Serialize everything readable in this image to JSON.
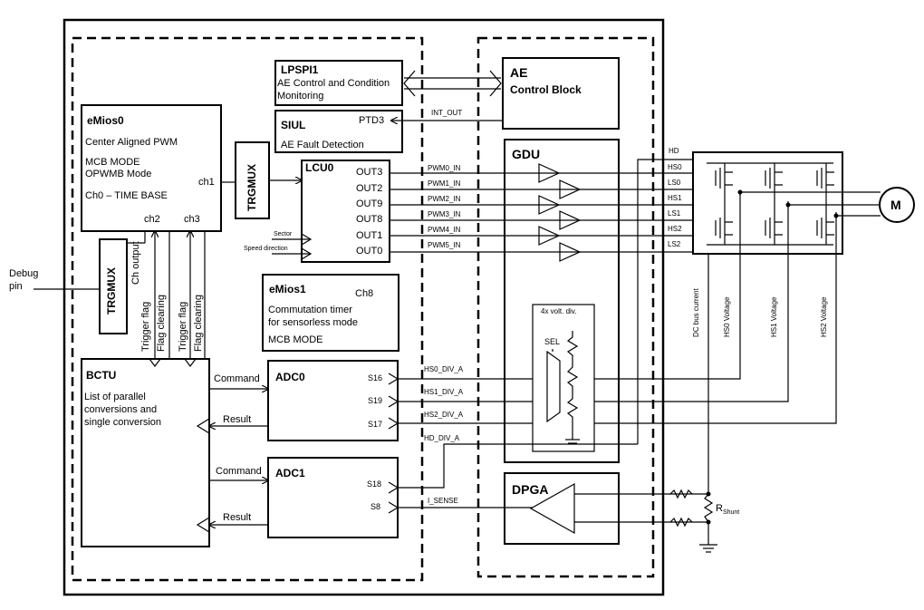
{
  "debug_pin": [
    "Debug",
    "pin"
  ],
  "emios0": {
    "title": "eMios0",
    "line1": "Center Aligned PWM",
    "line2": "MCB MODE",
    "line3": "OPWMB Mode",
    "line4": "Ch0 – TIME BASE",
    "ch1": "ch1",
    "ch2": "ch2",
    "ch3": "ch3"
  },
  "trgmux_top": "TRGMUX",
  "trgmux_left": "TRGMUX",
  "ch_output": "Ch output",
  "trigger_flags": [
    "Trigger flag",
    "Flag clearing",
    "Trigger flag",
    "Flag clearing"
  ],
  "lpspi1": {
    "title": "LPSPI1",
    "line1": "AE Control and Condition",
    "line2": "Monitoring"
  },
  "siul": {
    "title": "SIUL",
    "ptd3": "PTD3",
    "desc": "AE Fault Detection"
  },
  "int_out": "INT_OUT",
  "ae": {
    "title": "AE",
    "subtitle": "Control Block"
  },
  "lcu0": {
    "title": "LCU0",
    "outputs": [
      "OUT3",
      "OUT2",
      "OUT9",
      "OUT8",
      "OUT1",
      "OUT0"
    ],
    "sector": "Sector",
    "speed": "Speed direction"
  },
  "pwm_signals": [
    "PWM0_IN",
    "PWM1_IN",
    "PWM2_IN",
    "PWM3_IN",
    "PWM4_IN",
    "PWM5_IN"
  ],
  "gdu": {
    "title": "GDU"
  },
  "gate_labels": [
    "HD",
    "HS0",
    "LS0",
    "HS1",
    "LS1",
    "HS2",
    "LS2"
  ],
  "motor": "M",
  "emios1": {
    "title": "eMios1",
    "ch8": "Ch8",
    "line1": "Commutation timer",
    "line2": "for sensorless mode",
    "line3": "MCB MODE"
  },
  "voltdiv": {
    "title": "4x volt. div.",
    "sel": "SEL"
  },
  "bctu": {
    "title": "BCTU",
    "line1": "List of parallel",
    "line2": "conversions and",
    "line3": "single conversion"
  },
  "adc0": {
    "title": "ADC0",
    "command": "Command",
    "result": "Result",
    "s16": "S16",
    "s19": "S19",
    "s17": "S17"
  },
  "adc1": {
    "title": "ADC1",
    "command": "Command",
    "result": "Result",
    "s18": "S18",
    "s8": "S8"
  },
  "div_signals": [
    "HS0_DIV_A",
    "HS1_DIV_A",
    "HS2_DIV_A",
    "HD_DIV_A",
    "I_SENSE"
  ],
  "dpga": {
    "title": "DPGA"
  },
  "sense_labels": [
    "DC bus current",
    "HS0 Voltage",
    "HS1 Voltage",
    "HS2 Voltage"
  ],
  "rshunt": {
    "r": "R",
    "sub": "Shunt"
  }
}
